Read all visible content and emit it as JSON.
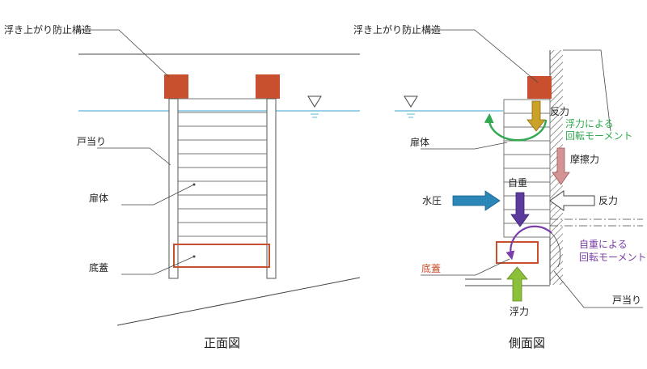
{
  "front_view": {
    "caption": "正面図",
    "labels": {
      "anti_float": "浮き上がり防止構造",
      "door_stop": "戸当り",
      "gate_body": "扉体",
      "bottom_cover": "底蓋"
    }
  },
  "side_view": {
    "caption": "側面図",
    "labels": {
      "anti_float": "浮き上がり防止構造",
      "gate_body": "扉体",
      "reaction_top": "反力",
      "buoyancy_moment_1": "浮力による",
      "buoyancy_moment_2": "回転モーメント",
      "friction": "摩擦力",
      "self_weight": "自重",
      "water_pressure": "水圧",
      "reaction_right": "反力",
      "weight_moment_1": "自重による",
      "weight_moment_2": "回転モーメント",
      "bottom_cover": "底蓋",
      "buoyancy": "浮力",
      "door_stop": "戸当り"
    }
  },
  "colors": {
    "block": "#c8502e",
    "bottom_cover": "#c8502e",
    "water": "#7cc3e0",
    "reaction_top_arrow": "#c9a227",
    "self_weight_arrow": "#5b3a9c",
    "friction_arrow": "#d49494",
    "water_pressure_arrow": "#2a87b8",
    "buoyancy_arrow": "#8cbf3a",
    "buoyancy_moment": "#2fa84f",
    "weight_moment": "#7a3ea8"
  }
}
